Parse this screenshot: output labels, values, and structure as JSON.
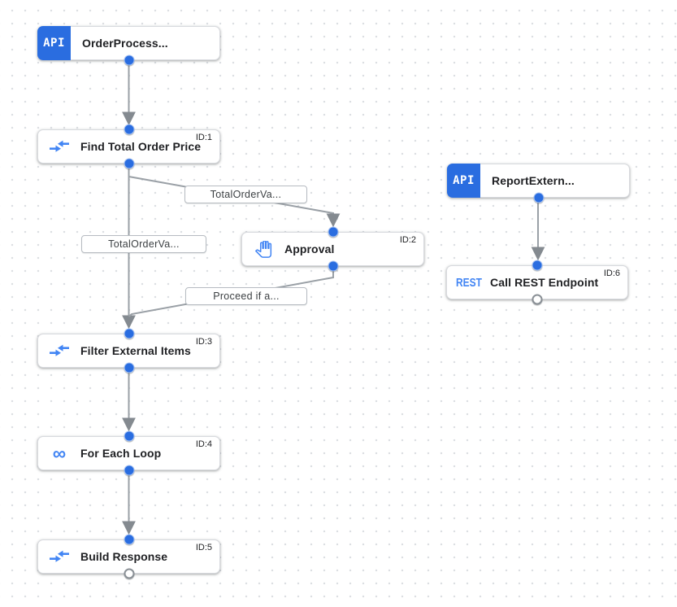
{
  "canvas": {
    "background_color": "#ffffff",
    "grid_dot_color": "#dcdfe3",
    "edge_color": "#9aa0a6",
    "arrow_color": "#848a90",
    "port_connected_color": "#2a6de0",
    "port_open_color": "#ffffff",
    "accent_blue": "#4285f4",
    "trigger_badge_color": "#2a6de0"
  },
  "nodes": [
    {
      "type": "api-trigger",
      "icon": "api-badge-icon",
      "icon_label": "API",
      "title": "OrderProcess...",
      "id_label": ""
    },
    {
      "type": "task",
      "icon": "data-mapping-icon",
      "title": "Find Total Order Price",
      "id_label": "ID:1"
    },
    {
      "type": "api-trigger",
      "icon": "api-badge-icon",
      "icon_label": "API",
      "title": "ReportExtern...",
      "id_label": ""
    },
    {
      "type": "task",
      "icon": "approval-hand-icon",
      "title": "Approval",
      "id_label": "ID:2"
    },
    {
      "type": "task",
      "icon": "rest-icon",
      "icon_label": "REST",
      "title": "Call REST Endpoint",
      "id_label": "ID:6"
    },
    {
      "type": "task",
      "icon": "data-mapping-icon",
      "title": "Filter External Items",
      "id_label": "ID:3"
    },
    {
      "type": "task",
      "icon": "for-each-loop-icon",
      "icon_label": "∞",
      "title": "For Each Loop",
      "id_label": "ID:4"
    },
    {
      "type": "task",
      "icon": "data-mapping-icon",
      "title": "Build Response",
      "id_label": "ID:5"
    }
  ],
  "edge_labels": [
    {
      "text": "TotalOrderVa...",
      "on_edge": "Find Total Order Price → Approval"
    },
    {
      "text": "TotalOrderVa...",
      "on_edge": "Find Total Order Price → Filter External Items"
    },
    {
      "text": "Proceed if a...",
      "on_edge": "Approval → Filter External Items"
    }
  ],
  "edges": [
    {
      "from": "OrderProcess...",
      "to": "Find Total Order Price"
    },
    {
      "from": "Find Total Order Price",
      "to": "Approval",
      "label": "TotalOrderVa..."
    },
    {
      "from": "Find Total Order Price",
      "to": "Filter External Items",
      "label": "TotalOrderVa..."
    },
    {
      "from": "Approval",
      "to": "Filter External Items",
      "label": "Proceed if a..."
    },
    {
      "from": "ReportExtern...",
      "to": "Call REST Endpoint"
    },
    {
      "from": "Filter External Items",
      "to": "For Each Loop"
    },
    {
      "from": "For Each Loop",
      "to": "Build Response"
    }
  ]
}
